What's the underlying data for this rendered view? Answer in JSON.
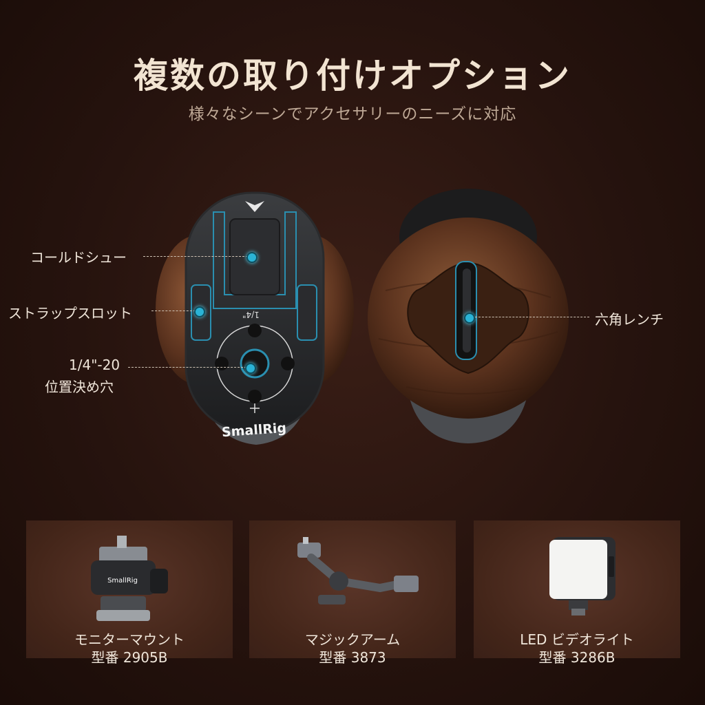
{
  "header": {
    "title": "複数の取り付けオプション",
    "subtitle": "様々なシーンでアクセサリーのニーズに対応"
  },
  "callouts": {
    "cold_shoe": "コールドシュー",
    "strap_slot": "ストラップスロット",
    "positioning_hole_line1": "1/4\"-20",
    "positioning_hole_line2": "位置決め穴",
    "hex_wrench": "六角レンチ"
  },
  "product": {
    "brand_logo": "SmallRig",
    "quarter_marking": "1/4\""
  },
  "accessories": [
    {
      "name": "モニターマウント",
      "model": "型番 2905B",
      "icon": "monitor-mount-icon"
    },
    {
      "name": "マジックアーム",
      "model": "型番 3873",
      "icon": "magic-arm-icon"
    },
    {
      "name": "LED ビデオライト",
      "model": "型番 3286B",
      "icon": "led-light-icon"
    }
  ],
  "colors": {
    "accent": "#2bb3d6",
    "background": "#26130e",
    "card": "#432519",
    "wood": "#6a3d25"
  }
}
